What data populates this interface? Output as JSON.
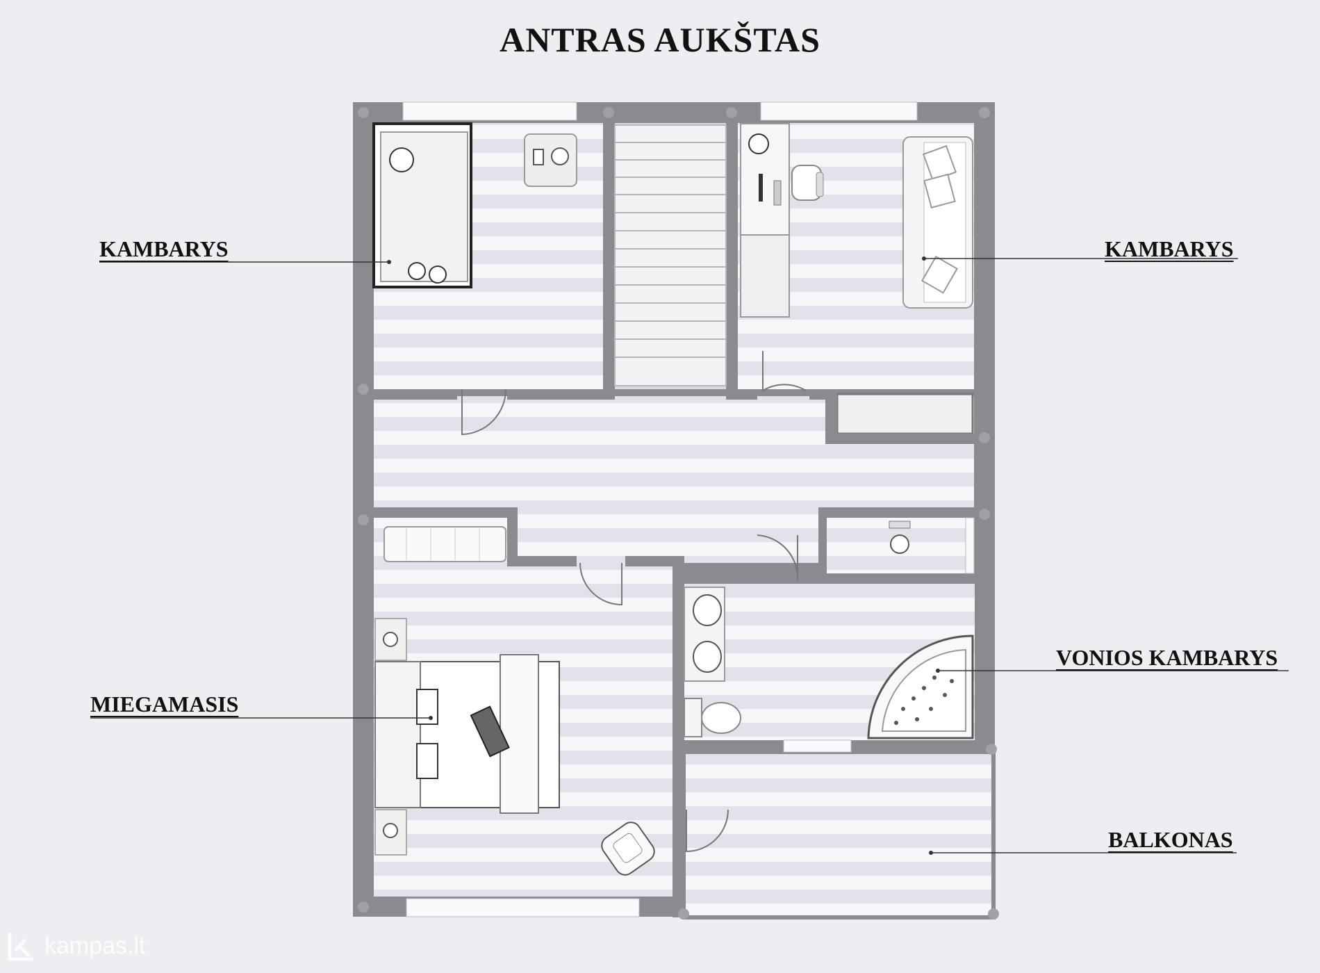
{
  "title": "ANTRAS AUKŠTAS",
  "rooms": [
    {
      "id": "bedroom-nw",
      "label": "KAMBARYS"
    },
    {
      "id": "room-ne",
      "label": "KAMBARYS"
    },
    {
      "id": "bathroom",
      "label": "VONIOS KAMBARYS"
    },
    {
      "id": "master-bedroom",
      "label": "MIEGAMASIS"
    },
    {
      "id": "balcony",
      "label": "BALKONAS"
    }
  ],
  "watermark": "kampas.lt",
  "colors": {
    "background": "#ededf2",
    "wall": "#8a8a90",
    "floor_light": "#f6f6f9",
    "floor_stripe": "#e0e0e8",
    "label_text": "#111111"
  }
}
